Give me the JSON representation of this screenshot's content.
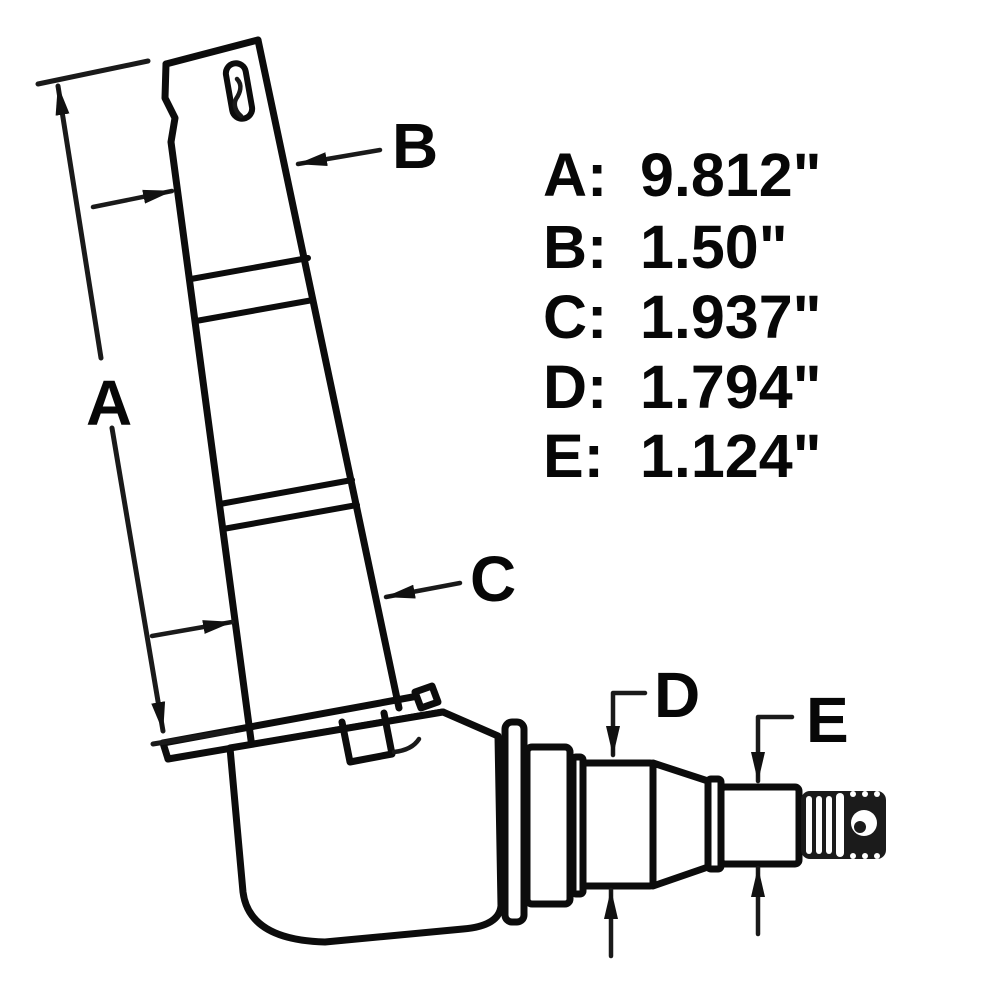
{
  "legend": {
    "rows": [
      {
        "label": "A:",
        "value": "9.812\""
      },
      {
        "label": "B:",
        "value": "1.50\""
      },
      {
        "label": "C:",
        "value": "1.937\""
      },
      {
        "label": "D:",
        "value": "1.794\""
      },
      {
        "label": "E:",
        "value": "1.124\""
      }
    ]
  },
  "callouts": {
    "a": "A",
    "b": "B",
    "c": "C",
    "d": "D",
    "e": "E"
  },
  "colors": {
    "ink": "#0c0c0c",
    "paper": "#ffffff"
  }
}
